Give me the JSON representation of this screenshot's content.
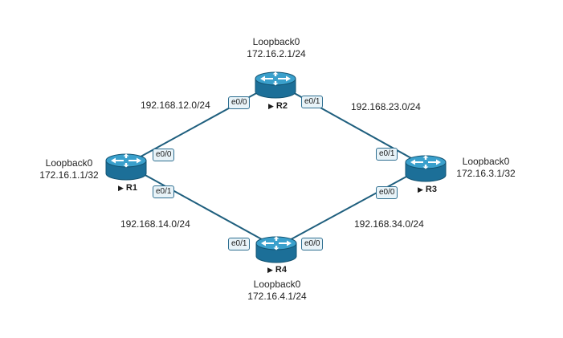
{
  "routers": [
    {
      "name": "R1",
      "loopback_label": "Loopback0",
      "loopback_ip": "172.16.1.1/32"
    },
    {
      "name": "R2",
      "loopback_label": "Loopback0",
      "loopback_ip": "172.16.2.1/24"
    },
    {
      "name": "R3",
      "loopback_label": "Loopback0",
      "loopback_ip": "172.16.3.1/32"
    },
    {
      "name": "R4",
      "loopback_label": "Loopback0",
      "loopback_ip": "172.16.4.1/24"
    }
  ],
  "links": [
    {
      "subnet": "192.168.12.0/24",
      "a": "R1",
      "a_iface": "e0/0",
      "b": "R2",
      "b_iface": "e0/0"
    },
    {
      "subnet": "192.168.23.0/24",
      "a": "R2",
      "a_iface": "e0/1",
      "b": "R3",
      "b_iface": "e0/1"
    },
    {
      "subnet": "192.168.14.0/24",
      "a": "R1",
      "a_iface": "e0/1",
      "b": "R4",
      "b_iface": "e0/1"
    },
    {
      "subnet": "192.168.34.0/24",
      "a": "R4",
      "a_iface": "e0/0",
      "b": "R3",
      "b_iface": "e0/0"
    }
  ],
  "colors": {
    "link": "#1f5f7e",
    "router_body": "#1f7ba6",
    "router_top": "#3aa0cc",
    "iface_border": "#2f6f91"
  }
}
